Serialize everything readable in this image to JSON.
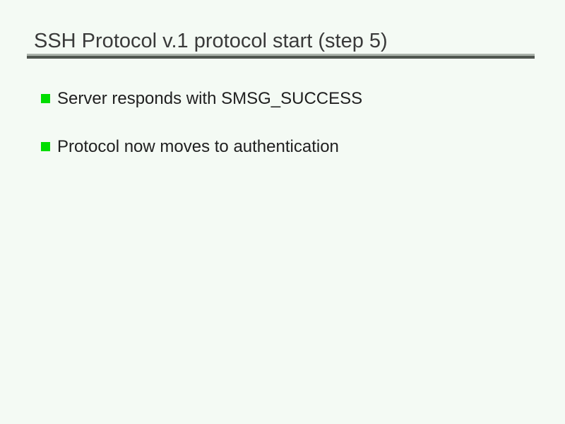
{
  "slide": {
    "title": "SSH Protocol v.1 protocol start (step 5)",
    "bullets": [
      {
        "label": "Server responds with SMSG_SUCCESS"
      },
      {
        "label": "Protocol now moves to authentication"
      }
    ],
    "colors": {
      "background": "#f4faf4",
      "title_text": "#3a3a3a",
      "body_text": "#1f1f1f",
      "bullet_green": "#00dd00",
      "rule_light_gray": "#aab2aa",
      "rule_dark_gray": "#4f564f"
    }
  }
}
